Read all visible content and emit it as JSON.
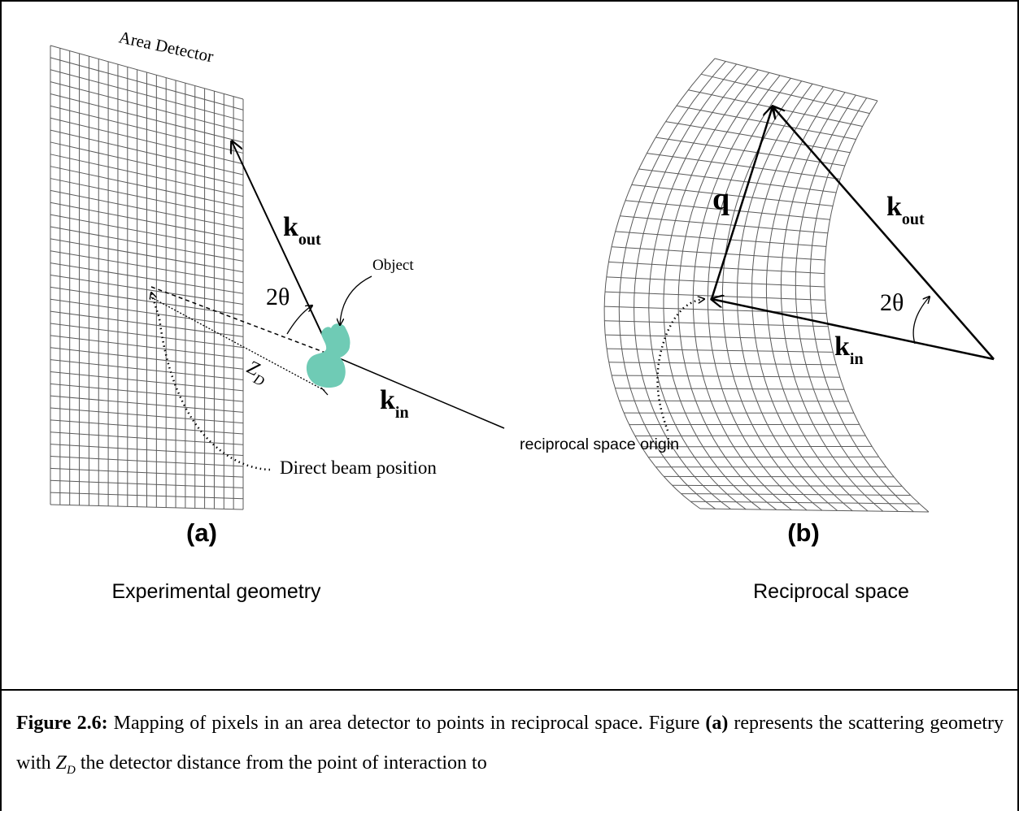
{
  "panel_a": {
    "detector_label": "Area Detector",
    "k_out": {
      "main": "k",
      "sub": "out"
    },
    "angle": "2θ",
    "object_label": "Object",
    "zd": {
      "main": "Z",
      "sub": "D"
    },
    "k_in": {
      "main": "k",
      "sub": "in"
    },
    "direct_beam_label": "Direct beam position",
    "panel_letter": "(a)",
    "caption": "Experimental geometry",
    "object_color": "#6fcbb5"
  },
  "panel_b": {
    "origin_label": "reciprocal space origin",
    "q_label": "q",
    "k_out": {
      "main": "k",
      "sub": "out"
    },
    "angle": "2θ",
    "k_in": {
      "main": "k",
      "sub": "in"
    },
    "panel_letter": "(b)",
    "caption": "Reciprocal space"
  },
  "figure_caption": {
    "label": "Figure 2.6:",
    "text1": "Mapping of pixels in an area detector to points in reciprocal space. Figure",
    "ref_a": "(a)",
    "text2": "represents the scattering geometry with",
    "zd_main": "Z",
    "zd_sub": "D",
    "text3": "the detector distance from the point of interaction to"
  }
}
